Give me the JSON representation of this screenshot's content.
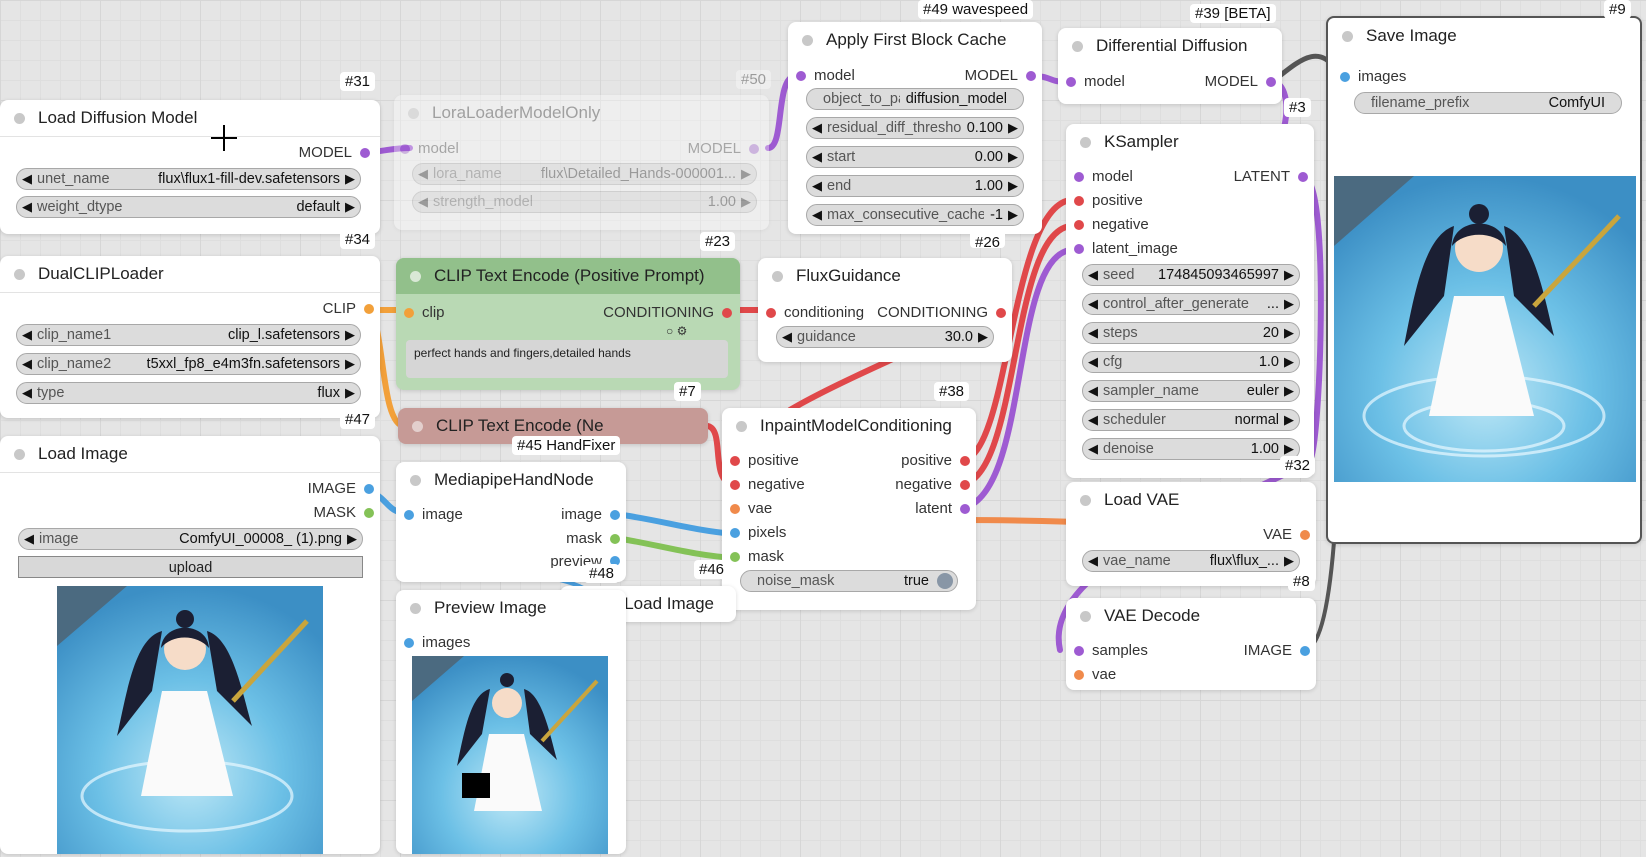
{
  "nodes": {
    "load_diffusion": {
      "title": "Load Diffusion Model",
      "id": "#31",
      "out": "MODEL",
      "w1": {
        "label": "unet_name",
        "value": "flux\\flux1-fill-dev.safetensors"
      },
      "w2": {
        "label": "weight_dtype",
        "value": "default"
      }
    },
    "lora": {
      "title": "LoraLoaderModelOnly",
      "id": "#50",
      "in": "model",
      "out": "MODEL",
      "w1": {
        "label": "lora_name",
        "value": "flux\\Detailed_Hands-000001..."
      },
      "w2": {
        "label": "strength_model",
        "value": "1.00"
      }
    },
    "first_block": {
      "title": "Apply First Block Cache",
      "id": "#49 wavespeed",
      "in": "model",
      "out": "MODEL",
      "w1": {
        "label": "object_to_patch",
        "value": "diffusion_model"
      },
      "w2": {
        "label": "residual_diff_threshold",
        "value": "0.100"
      },
      "w3": {
        "label": "start",
        "value": "0.00"
      },
      "w4": {
        "label": "end",
        "value": "1.00"
      },
      "w5": {
        "label": "max_consecutive_cache_hits",
        "value": "-1"
      }
    },
    "diff_diffusion": {
      "title": "Differential Diffusion",
      "id": "#39 [BETA]",
      "in": "model",
      "out": "MODEL"
    },
    "save_image": {
      "title": "Save Image",
      "id": "#9",
      "in": "images",
      "w1": {
        "label": "filename_prefix",
        "value": "ComfyUI"
      }
    },
    "ksampler": {
      "title": "KSampler",
      "id": "#3",
      "in1": "model",
      "in2": "positive",
      "in3": "negative",
      "in4": "latent_image",
      "out": "LATENT",
      "w1": {
        "label": "seed",
        "value": "174845093465997"
      },
      "w2": {
        "label": "control_after_generate",
        "value": "..."
      },
      "w3": {
        "label": "steps",
        "value": "20"
      },
      "w4": {
        "label": "cfg",
        "value": "1.0"
      },
      "w5": {
        "label": "sampler_name",
        "value": "euler"
      },
      "w6": {
        "label": "scheduler",
        "value": "normal"
      },
      "w7": {
        "label": "denoise",
        "value": "1.00"
      }
    },
    "dual_clip": {
      "title": "DualCLIPLoader",
      "id": "#34",
      "out": "CLIP",
      "w1": {
        "label": "clip_name1",
        "value": "clip_l.safetensors"
      },
      "w2": {
        "label": "clip_name2",
        "value": "t5xxl_fp8_e4m3fn.safetensors"
      },
      "w3": {
        "label": "type",
        "value": "flux"
      }
    },
    "clip_pos": {
      "title": "CLIP Text Encode (Positive Prompt)",
      "id": "#23",
      "in": "clip",
      "out": "CONDITIONING",
      "text": "perfect hands and fingers,detailed hands"
    },
    "flux_guidance": {
      "title": "FluxGuidance",
      "id": "#26",
      "in": "conditioning",
      "out": "CONDITIONING",
      "w1": {
        "label": "guidance",
        "value": "30.0"
      }
    },
    "clip_neg": {
      "title": "CLIP Text Encode (Ne",
      "id": "#7"
    },
    "inpaint": {
      "title": "InpaintModelConditioning",
      "id": "#38",
      "in1": "positive",
      "in2": "negative",
      "in3": "vae",
      "in4": "pixels",
      "in5": "mask",
      "out1": "positive",
      "out2": "negative",
      "out3": "latent",
      "w1": {
        "label": "noise_mask",
        "value": "true"
      }
    },
    "load_image": {
      "title": "Load Image",
      "id": "#47",
      "out1": "IMAGE",
      "out2": "MASK",
      "w1": {
        "label": "image",
        "value": "ComfyUI_00008_ (1).png"
      },
      "upload": "upload"
    },
    "mediapipe": {
      "title": "MediapipeHandNode",
      "id": "#45 HandFixer",
      "in": "image",
      "out1": "image",
      "out2": "mask",
      "out3": "preview"
    },
    "preview": {
      "title": "Preview Image",
      "id": "#48",
      "in": "images"
    },
    "load_image_2": {
      "title": "Load Image",
      "id": "#46"
    },
    "load_vae": {
      "title": "Load VAE",
      "id": "#32",
      "out": "VAE",
      "w1": {
        "label": "vae_name",
        "value": "flux\\flux_..."
      }
    },
    "vae_decode": {
      "title": "VAE Decode",
      "id": "#8",
      "in1": "samples",
      "in2": "vae",
      "out": "IMAGE"
    }
  }
}
